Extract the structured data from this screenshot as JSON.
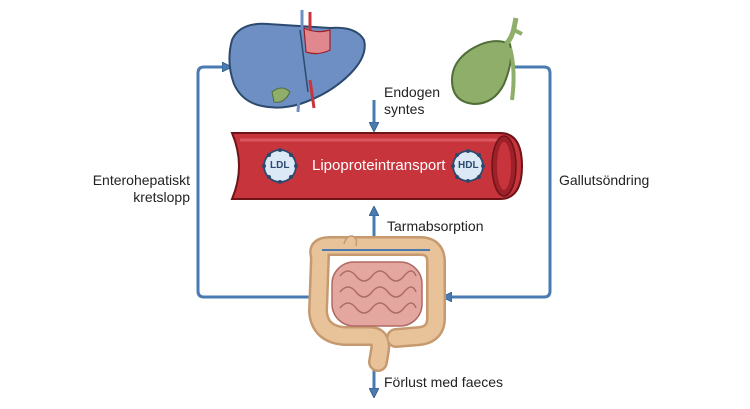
{
  "labels": {
    "endogen_line1": "Endogen",
    "endogen_line2": "syntes",
    "enterohepatic_line1": "Enterohepatiskt",
    "enterohepatic_line2": "kretslopp",
    "bile_secretion": "Gallutsöndring",
    "intestinal_absorption": "Tarmabsorption",
    "fecal_loss": "Förlust med faeces",
    "lipoprotein_transport": "Lipoproteintransport",
    "ldl": "LDL",
    "hdl": "HDL"
  },
  "colors": {
    "arrow": "#4a7bb0",
    "arrow_stroke": "#2f5a88",
    "vessel": "#c8343c",
    "vessel_dark": "#9e2028",
    "liver": "#6e8fc4",
    "gallbladder": "#8fae6a",
    "intestine": "#e8c39a",
    "small_intestine": "#e3a7a0"
  }
}
